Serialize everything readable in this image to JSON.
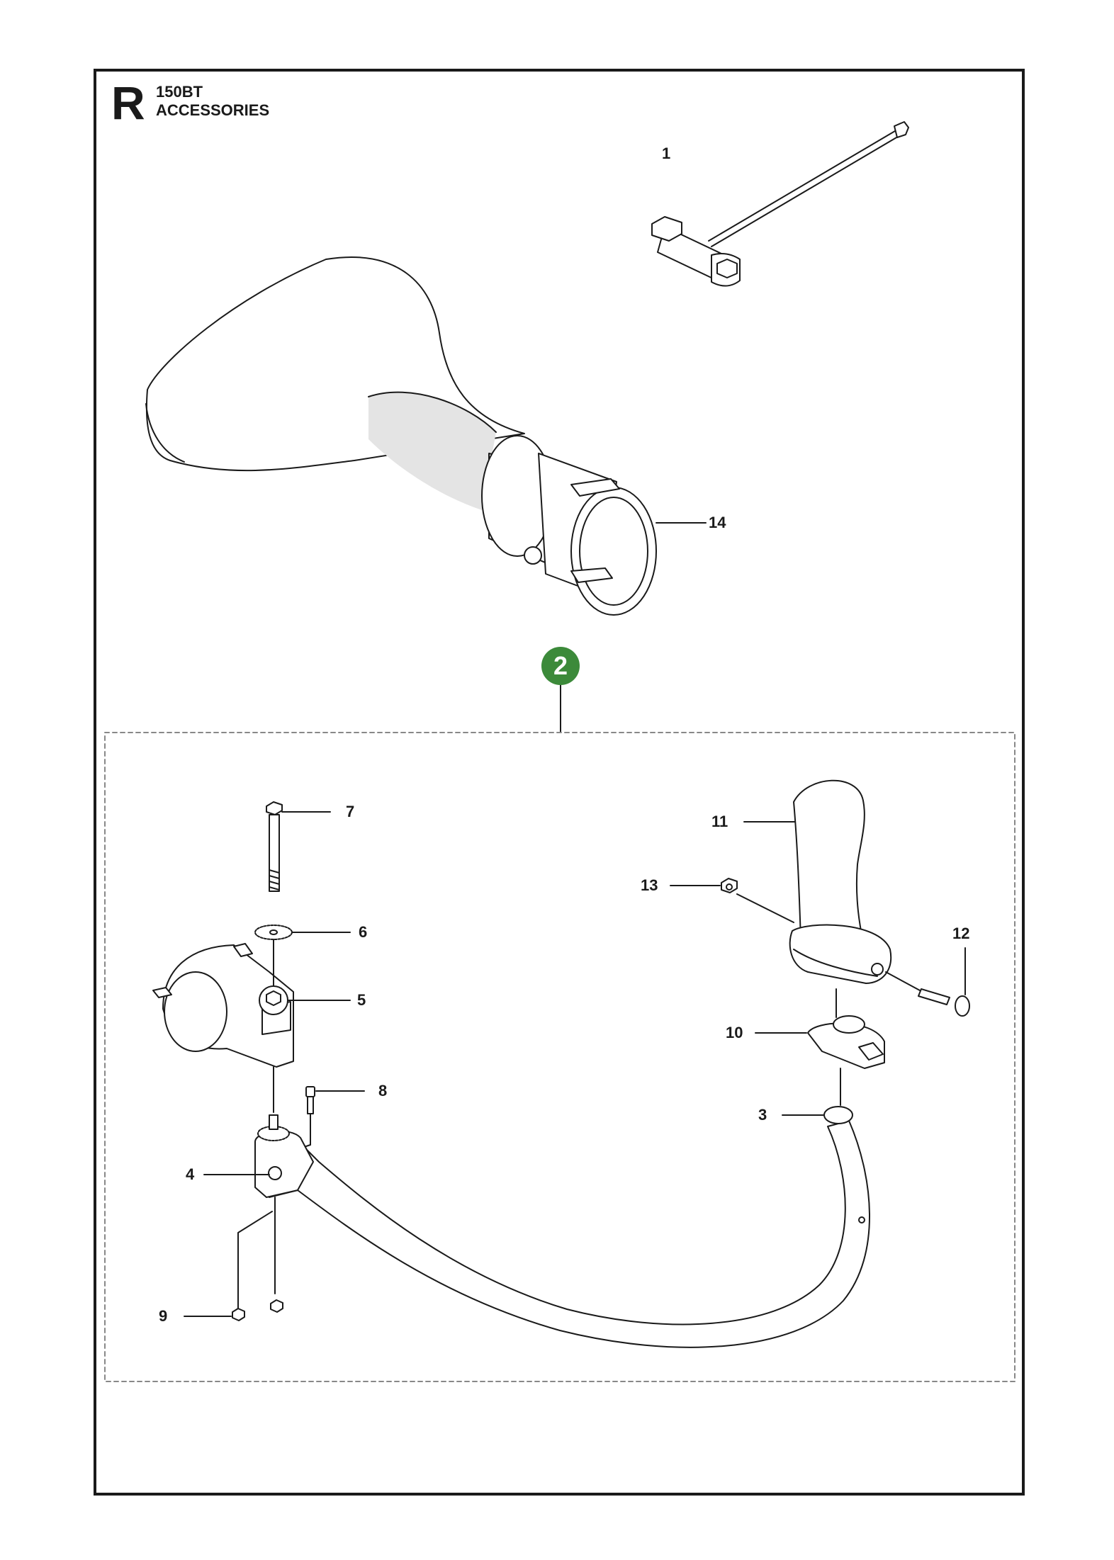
{
  "header": {
    "section_letter": "R",
    "model": "150BT",
    "title": "ACCESSORIES"
  },
  "group_badge": "2",
  "callouts": {
    "c1": "1",
    "c2": "2",
    "c3": "3",
    "c4": "4",
    "c5": "5",
    "c6": "6",
    "c7": "7",
    "c8": "8",
    "c9": "9",
    "c10": "10",
    "c11": "11",
    "c12": "12",
    "c13": "13",
    "c14": "14"
  },
  "colors": {
    "line": "#1a1a1a",
    "part_fill": "#ffffff",
    "shade": "#dcdcdc",
    "badge": "#3c8a3a"
  }
}
